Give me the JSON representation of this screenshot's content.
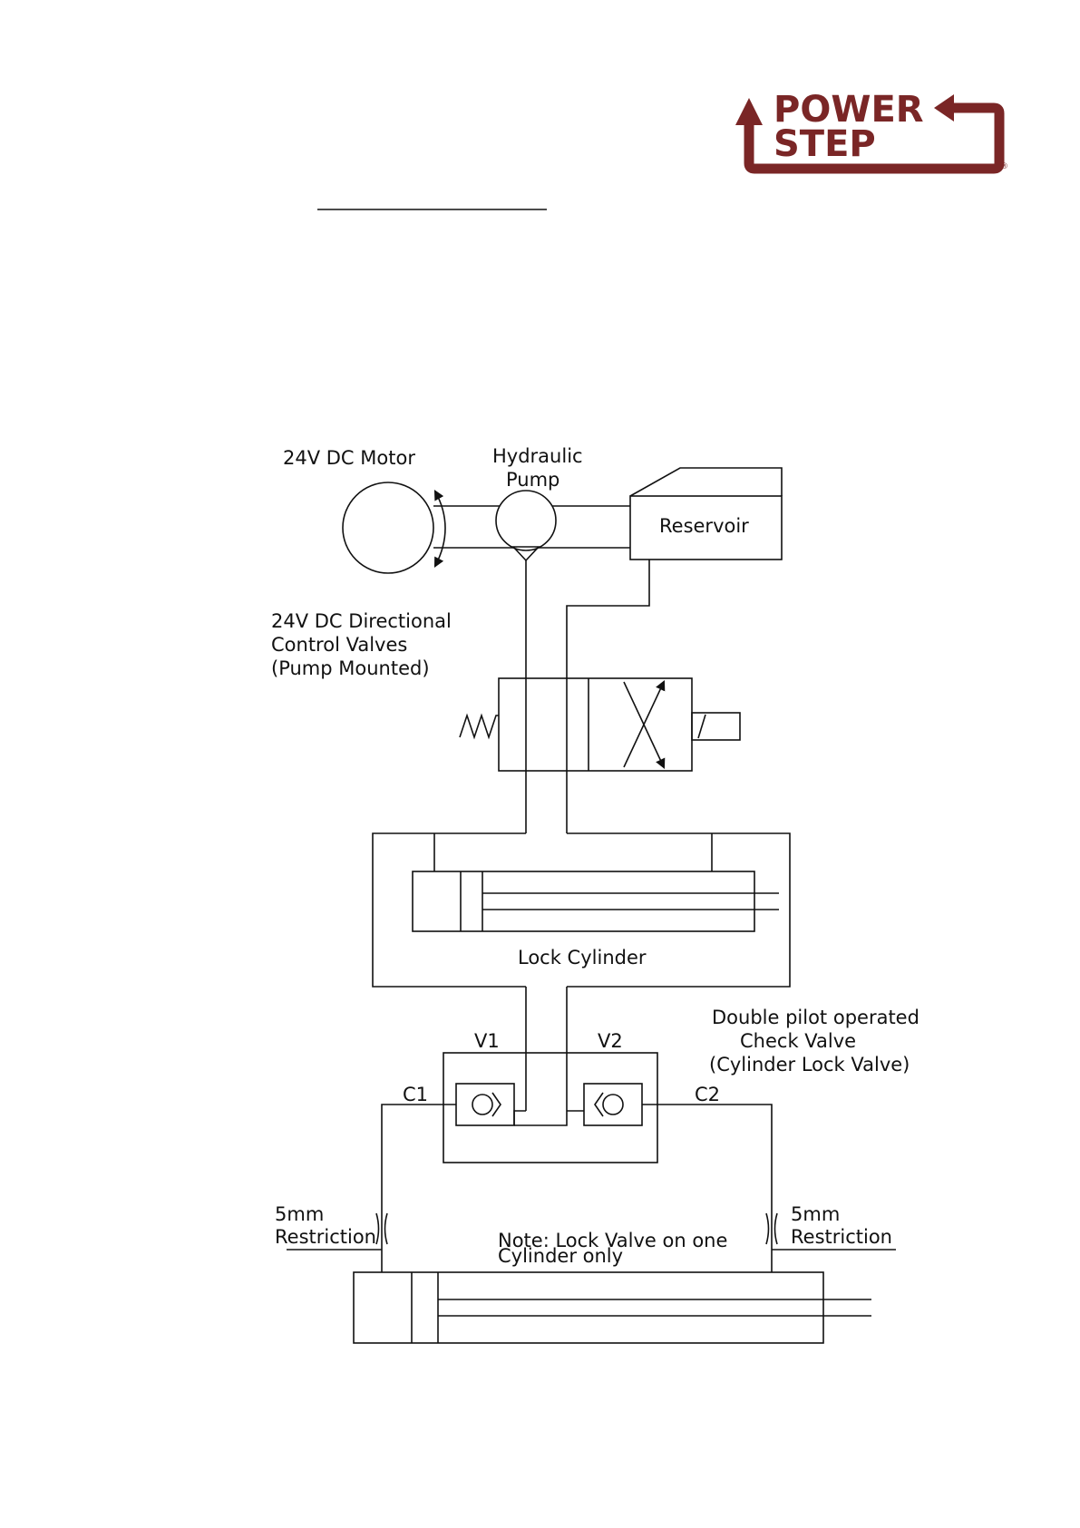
{
  "logo": {
    "line1": "POWER",
    "line2": "STEP",
    "mark": "®",
    "color": "#7a2626",
    "icon": "return-arrow-icon"
  },
  "diagram": {
    "motor_label": "24V DC Motor",
    "pump_label_1": "Hydraulic",
    "pump_label_2": "Pump",
    "reservoir_label": "Reservoir",
    "valve_label_1": "24V DC Directional",
    "valve_label_2": "Control Valves",
    "valve_label_3": "(Pump Mounted)",
    "lock_cylinder_label": "Lock Cylinder",
    "check_valve_label_1": "Double pilot operated",
    "check_valve_label_2": "Check Valve",
    "check_valve_label_3": "(Cylinder Lock Valve)",
    "v1": "V1",
    "v2": "V2",
    "c1": "C1",
    "c2": "C2",
    "restriction_left_1": "5mm",
    "restriction_left_2": "Restriction",
    "restriction_right_1": "5mm",
    "restriction_right_2": "Restriction",
    "note_1": "Note: Lock Valve on one",
    "note_2": "Cylinder only"
  }
}
